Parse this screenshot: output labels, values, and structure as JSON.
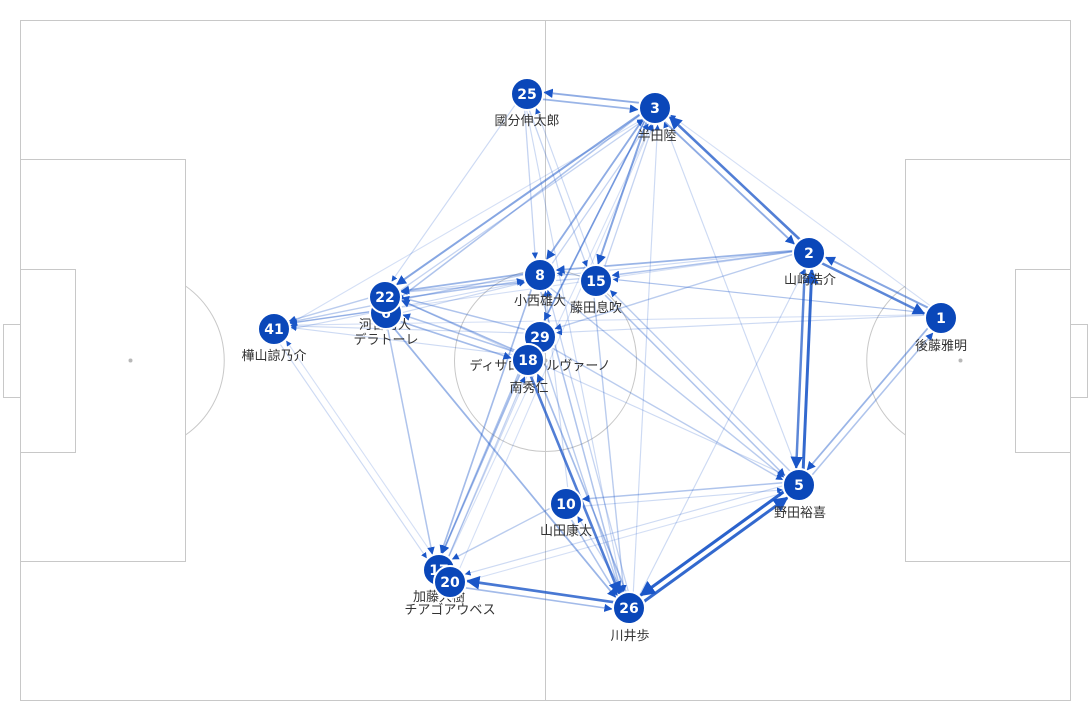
{
  "colors": {
    "node_fill": "#0a47b9",
    "node_text": "#ffffff",
    "edge": "#1a56c8",
    "pitch_line": "#c8c8c8",
    "name_text": "#333333"
  },
  "players": [
    {
      "id": "p1",
      "number": "1",
      "name": "後藤雅明"
    },
    {
      "id": "p2",
      "number": "2",
      "name": "山崎浩介"
    },
    {
      "id": "p3",
      "number": "3",
      "name": "半田陸"
    },
    {
      "id": "p5",
      "number": "5",
      "name": "野田裕喜"
    },
    {
      "id": "p8",
      "number": "8",
      "name": "小西雄大"
    },
    {
      "id": "p10",
      "number": "10",
      "name": "山田康太"
    },
    {
      "id": "p15",
      "number": "15",
      "name": "藤田息吹"
    },
    {
      "id": "p6",
      "number": "6",
      "name": "デラトーレ"
    },
    {
      "id": "p22",
      "number": "22",
      "name": "河合秀人"
    },
    {
      "id": "p41",
      "number": "41",
      "name": "樺山諒乃介"
    },
    {
      "id": "p17",
      "number": "17",
      "name": "加藤大樹"
    },
    {
      "id": "p20",
      "number": "20",
      "name": "チアゴアウベス"
    },
    {
      "id": "p26",
      "number": "26",
      "name": "川井歩"
    },
    {
      "id": "p25",
      "number": "25",
      "name": "國分伸太郎"
    },
    {
      "id": "p29",
      "number": "29",
      "name": "ディサロ燦シルヴァーノ"
    },
    {
      "id": "p18",
      "number": "18",
      "name": "南秀仁"
    }
  ],
  "passes": [
    {
      "from": "p5",
      "to": "p26",
      "w": 0.95
    },
    {
      "from": "p26",
      "to": "p5",
      "w": 0.9
    },
    {
      "from": "p5",
      "to": "p2",
      "w": 0.9
    },
    {
      "from": "p2",
      "to": "p5",
      "w": 0.7
    },
    {
      "from": "p2",
      "to": "p3",
      "w": 0.75
    },
    {
      "from": "p3",
      "to": "p2",
      "w": 0.45
    },
    {
      "from": "p2",
      "to": "p1",
      "w": 0.7
    },
    {
      "from": "p1",
      "to": "p2",
      "w": 0.5
    },
    {
      "from": "p26",
      "to": "p20",
      "w": 0.8
    },
    {
      "from": "p20",
      "to": "p26",
      "w": 0.35
    },
    {
      "from": "p18",
      "to": "p26",
      "w": 0.75
    },
    {
      "from": "p26",
      "to": "p18",
      "w": 0.35
    },
    {
      "from": "p3",
      "to": "p25",
      "w": 0.45
    },
    {
      "from": "p25",
      "to": "p3",
      "w": 0.4
    },
    {
      "from": "p3",
      "to": "p22",
      "w": 0.5
    },
    {
      "from": "p3",
      "to": "p8",
      "w": 0.45
    },
    {
      "from": "p3",
      "to": "p15",
      "w": 0.5
    },
    {
      "from": "p3",
      "to": "p29",
      "w": 0.35
    },
    {
      "from": "p3",
      "to": "p6",
      "w": 0.3
    },
    {
      "from": "p3",
      "to": "p18",
      "w": 0.3
    },
    {
      "from": "p1",
      "to": "p5",
      "w": 0.4
    },
    {
      "from": "p5",
      "to": "p1",
      "w": 0.3
    },
    {
      "from": "p2",
      "to": "p8",
      "w": 0.4
    },
    {
      "from": "p2",
      "to": "p15",
      "w": 0.3
    },
    {
      "from": "p2",
      "to": "p29",
      "w": 0.25
    },
    {
      "from": "p8",
      "to": "p22",
      "w": 0.4
    },
    {
      "from": "p22",
      "to": "p8",
      "w": 0.3
    },
    {
      "from": "p8",
      "to": "p41",
      "w": 0.25
    },
    {
      "from": "p6",
      "to": "p41",
      "w": 0.3
    },
    {
      "from": "p22",
      "to": "p41",
      "w": 0.25
    },
    {
      "from": "p22",
      "to": "p17",
      "w": 0.3
    },
    {
      "from": "p6",
      "to": "p26",
      "w": 0.4
    },
    {
      "from": "p6",
      "to": "p18",
      "w": 0.35
    },
    {
      "from": "p18",
      "to": "p6",
      "w": 0.3
    },
    {
      "from": "p18",
      "to": "p22",
      "w": 0.35
    },
    {
      "from": "p29",
      "to": "p22",
      "w": 0.3
    },
    {
      "from": "p5",
      "to": "p10",
      "w": 0.3
    },
    {
      "from": "p5",
      "to": "p15",
      "w": 0.25
    },
    {
      "from": "p15",
      "to": "p5",
      "w": 0.3
    },
    {
      "from": "p8",
      "to": "p5",
      "w": 0.25
    },
    {
      "from": "p29",
      "to": "p5",
      "w": 0.25
    },
    {
      "from": "p10",
      "to": "p26",
      "w": 0.3
    },
    {
      "from": "p10",
      "to": "p17",
      "w": 0.25
    },
    {
      "from": "p8",
      "to": "p17",
      "w": 0.35
    },
    {
      "from": "p29",
      "to": "p17",
      "w": 0.35
    },
    {
      "from": "p18",
      "to": "p17",
      "w": 0.3
    },
    {
      "from": "p17",
      "to": "p18",
      "w": 0.2
    },
    {
      "from": "p15",
      "to": "p26",
      "w": 0.25
    },
    {
      "from": "p8",
      "to": "p26",
      "w": 0.3
    },
    {
      "from": "p26",
      "to": "p8",
      "w": 0.2
    },
    {
      "from": "p26",
      "to": "p10",
      "w": 0.2
    },
    {
      "from": "p29",
      "to": "p26",
      "w": 0.25
    },
    {
      "from": "p25",
      "to": "p15",
      "w": 0.2
    },
    {
      "from": "p25",
      "to": "p8",
      "w": 0.2
    },
    {
      "from": "p25",
      "to": "p26",
      "w": 0.15
    },
    {
      "from": "p15",
      "to": "p25",
      "w": 0.15
    },
    {
      "from": "p22",
      "to": "p3",
      "w": 0.2
    },
    {
      "from": "p8",
      "to": "p3",
      "w": 0.2
    },
    {
      "from": "p15",
      "to": "p3",
      "w": 0.2
    },
    {
      "from": "p15",
      "to": "p22",
      "w": 0.2
    },
    {
      "from": "p41",
      "to": "p17",
      "w": 0.15
    },
    {
      "from": "p41",
      "to": "p8",
      "w": 0.15
    },
    {
      "from": "p41",
      "to": "p3",
      "w": 0.12
    },
    {
      "from": "p1",
      "to": "p41",
      "w": 0.12
    },
    {
      "from": "p1",
      "to": "p29",
      "w": 0.15
    },
    {
      "from": "p1",
      "to": "p8",
      "w": 0.15
    },
    {
      "from": "p2",
      "to": "p22",
      "w": 0.15
    },
    {
      "from": "p2",
      "to": "p41",
      "w": 0.12
    },
    {
      "from": "p5",
      "to": "p22",
      "w": 0.15
    },
    {
      "from": "p5",
      "to": "p20",
      "w": 0.15
    },
    {
      "from": "p5",
      "to": "p3",
      "w": 0.15
    },
    {
      "from": "p20",
      "to": "p5",
      "w": 0.12
    },
    {
      "from": "p20",
      "to": "p3",
      "w": 0.12
    },
    {
      "from": "p17",
      "to": "p3",
      "w": 0.12
    },
    {
      "from": "p17",
      "to": "p41",
      "w": 0.12
    },
    {
      "from": "p17",
      "to": "p29",
      "w": 0.15
    },
    {
      "from": "p10",
      "to": "p8",
      "w": 0.15
    },
    {
      "from": "p10",
      "to": "p5",
      "w": 0.15
    },
    {
      "from": "p6",
      "to": "p8",
      "w": 0.15
    },
    {
      "from": "p29",
      "to": "p41",
      "w": 0.15
    },
    {
      "from": "p18",
      "to": "p41",
      "w": 0.15
    },
    {
      "from": "p25",
      "to": "p22",
      "w": 0.15
    },
    {
      "from": "p26",
      "to": "p3",
      "w": 0.15
    },
    {
      "from": "p26",
      "to": "p2",
      "w": 0.15
    },
    {
      "from": "p1",
      "to": "p3",
      "w": 0.12
    },
    {
      "from": "p1",
      "to": "p15",
      "w": 0.12
    }
  ]
}
